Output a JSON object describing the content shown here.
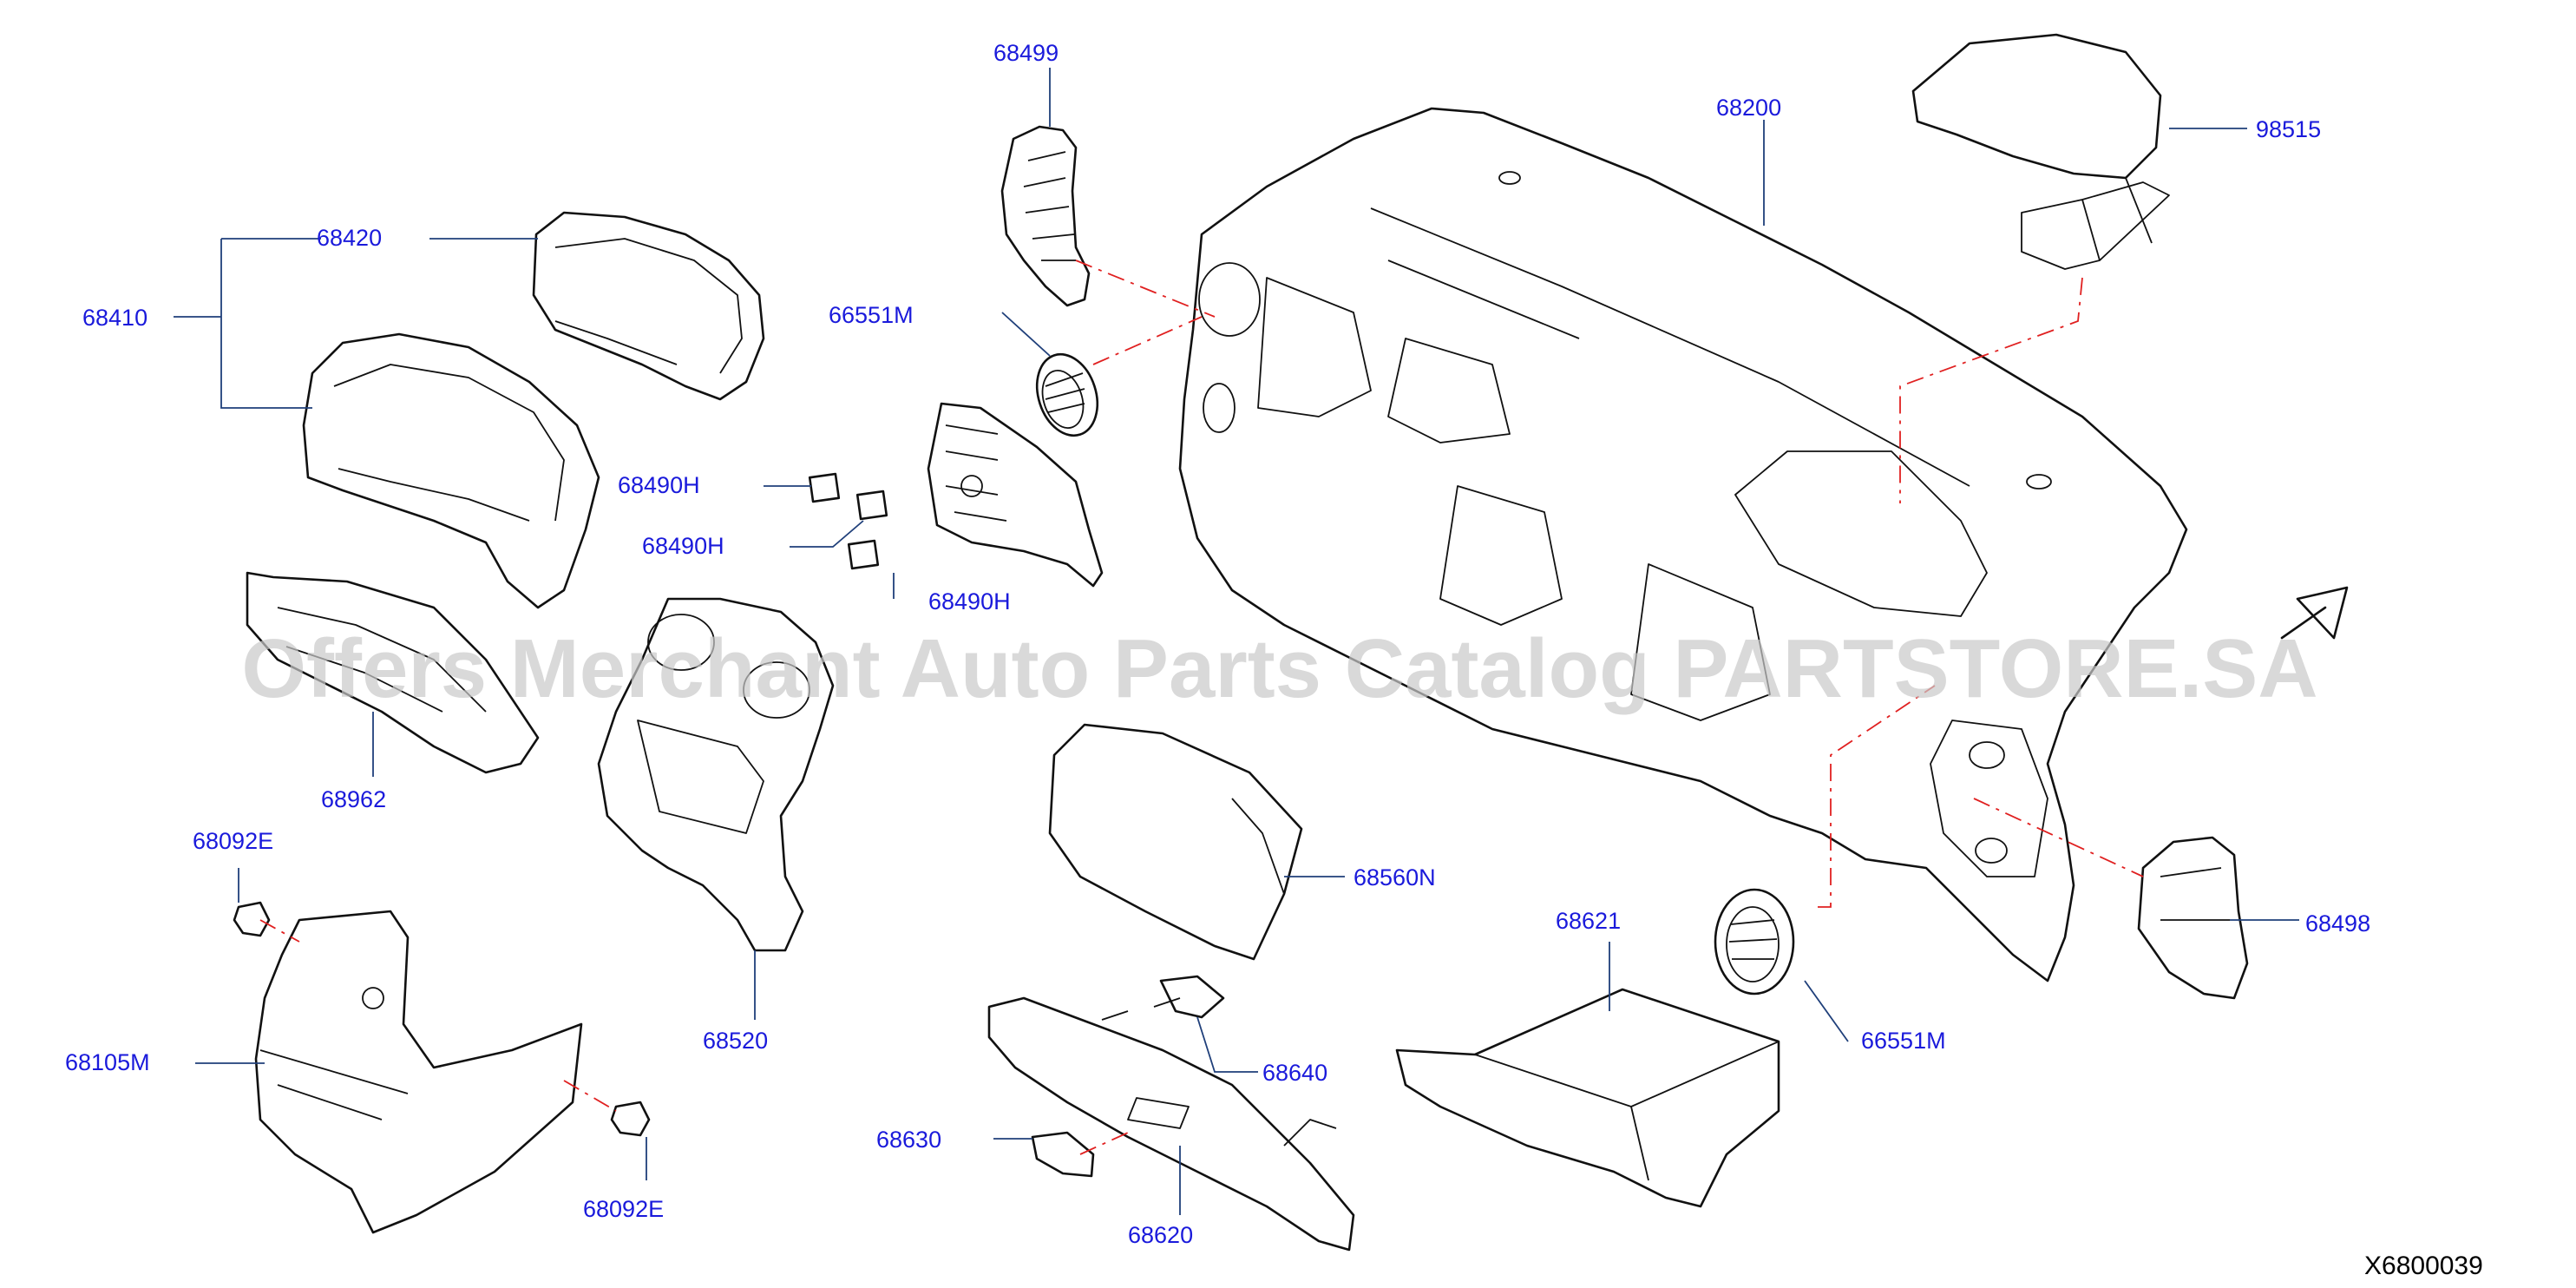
{
  "diagram_code": "X6800039",
  "watermark": "Offers Merchant Auto Parts Catalog PARTSTORE.SA",
  "colors": {
    "label": "#1a1adb",
    "leader": "#1f3f7a",
    "dashed": "#e02020",
    "outline": "#111111",
    "watermark": "#c9c9c9"
  },
  "labels": {
    "p68499": "68499",
    "p68200": "68200",
    "p98515": "98515",
    "p68420": "68420",
    "p68410": "68410",
    "p66551m_upper": "66551M",
    "p68490h_a": "68490H",
    "p68490h_b": "68490H",
    "p68490h_c": "68490H",
    "p68962": "68962",
    "p68092e_upper": "68092E",
    "p68560n": "68560N",
    "p68498": "68498",
    "p68621": "68621",
    "p68520": "68520",
    "p68105m": "68105M",
    "p66551m_lower": "66551M",
    "p68640": "68640",
    "p68630": "68630",
    "p68092e_lower": "68092E",
    "p68620": "68620"
  }
}
